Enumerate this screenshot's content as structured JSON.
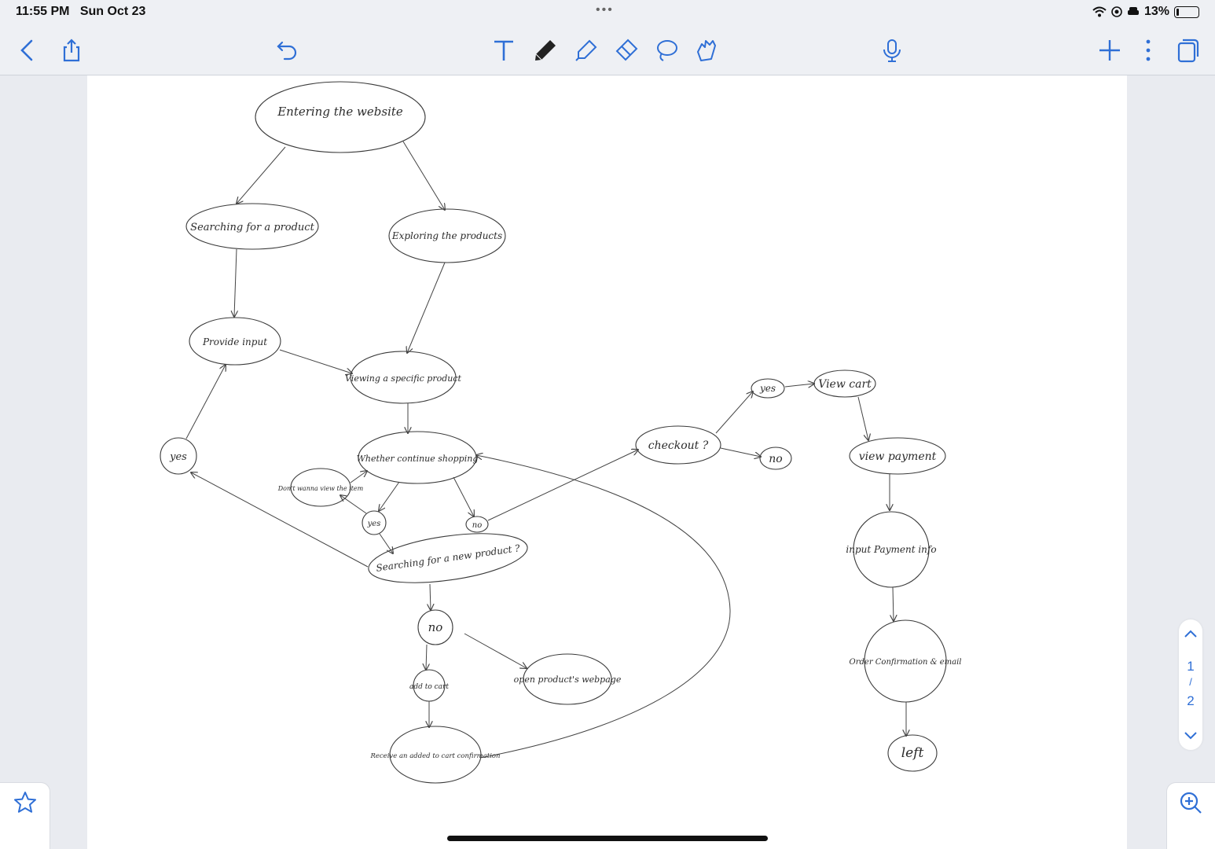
{
  "status": {
    "time": "11:55 PM",
    "date": "Sun Oct 23",
    "battery": "13%",
    "battery_level": 0.13
  },
  "toolbar": {
    "left": [
      "back-icon",
      "share-icon",
      "undo-icon"
    ],
    "tools": [
      "text-tool-icon",
      "pen-icon",
      "highlighter-icon",
      "eraser-icon",
      "lasso-icon",
      "gesture-icon"
    ],
    "right": [
      "microphone-icon",
      "add-icon",
      "more-icon",
      "pages-icon"
    ],
    "accent": "#2f6fd6"
  },
  "diagram": {
    "nodes": {
      "enter": "Entering the website",
      "search": "Searching for a product",
      "explore": "Exploring the products",
      "input": "Provide input",
      "viewing": "Viewing a specific product",
      "continue": "Whether continue shopping",
      "yes_left": "yes",
      "dont": "Don't wanna view the item",
      "yes_mid": "yes",
      "no_mid": "no",
      "search_new": "Searching for a new product ?",
      "no_lower": "no",
      "add_cart": "add to cart",
      "open_page": "open product's webpage",
      "receive": "Receive an added to cart confirmation",
      "checkout": "checkout ?",
      "yes_checkout": "yes",
      "no_checkout": "no",
      "view_cart": "View cart",
      "view_payment": "view payment",
      "input_payment": "input Payment info",
      "order": "Order Confirmation & email",
      "left": "left"
    }
  },
  "pager": {
    "current": "1",
    "separator": "/",
    "total": "2"
  },
  "bottom": {
    "left_icon": "star-icon",
    "right_icon": "zoom-in-icon"
  }
}
